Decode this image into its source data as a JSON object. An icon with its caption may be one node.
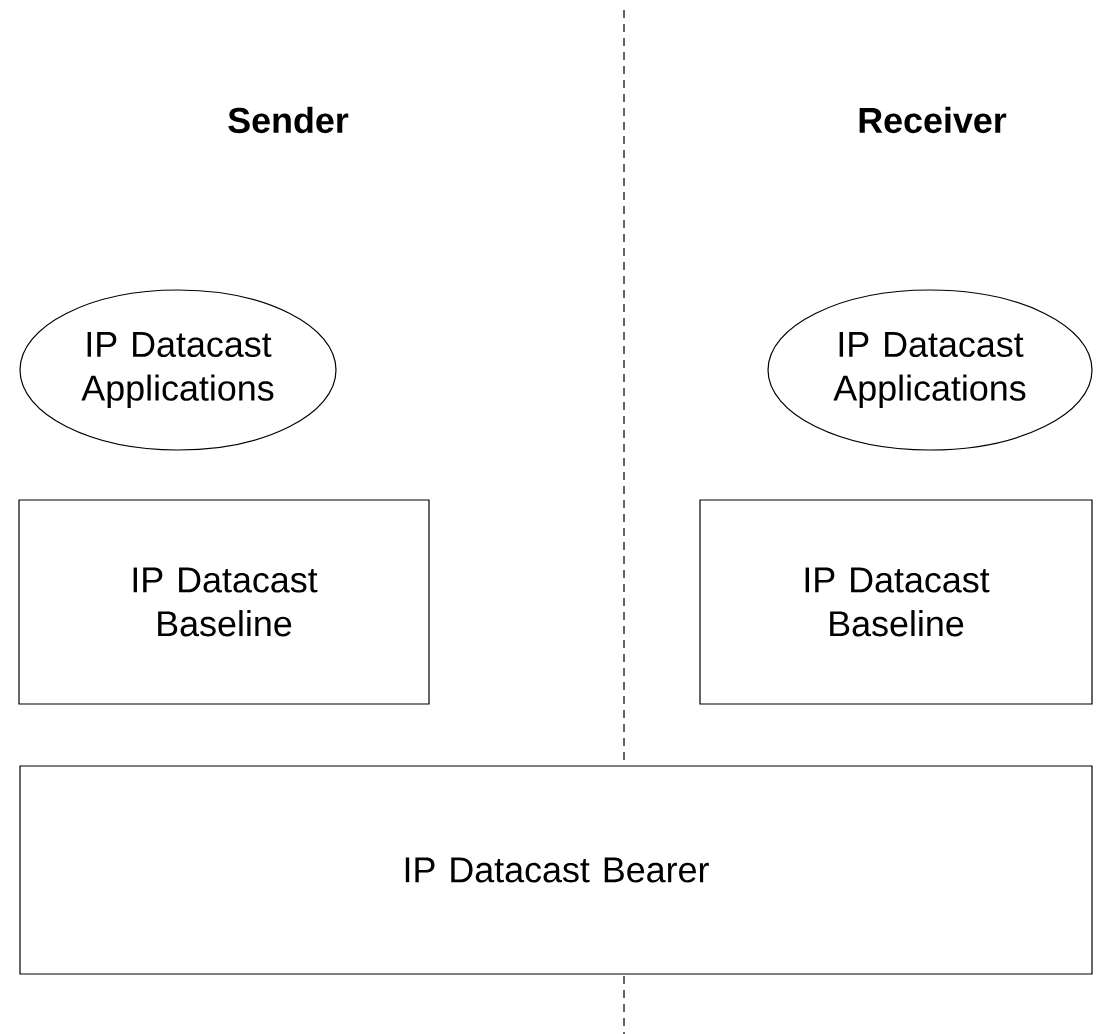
{
  "diagram": {
    "nodes": [
      {
        "text": [
          "IP Datacast Applications"
        ]
      },
      {
        "text": [
          "IP Datacast Baseline"
        ]
      },
      {
        "text": [
          "IP Datacast Applications"
        ]
      },
      {
        "text": [
          "IP Datacast Baseline"
        ]
      },
      {
        "text": [
          "IP Datacast Bearer"
        ]
      }
    ],
    "labels": [
      "Sender",
      "Receiver"
    ]
  }
}
